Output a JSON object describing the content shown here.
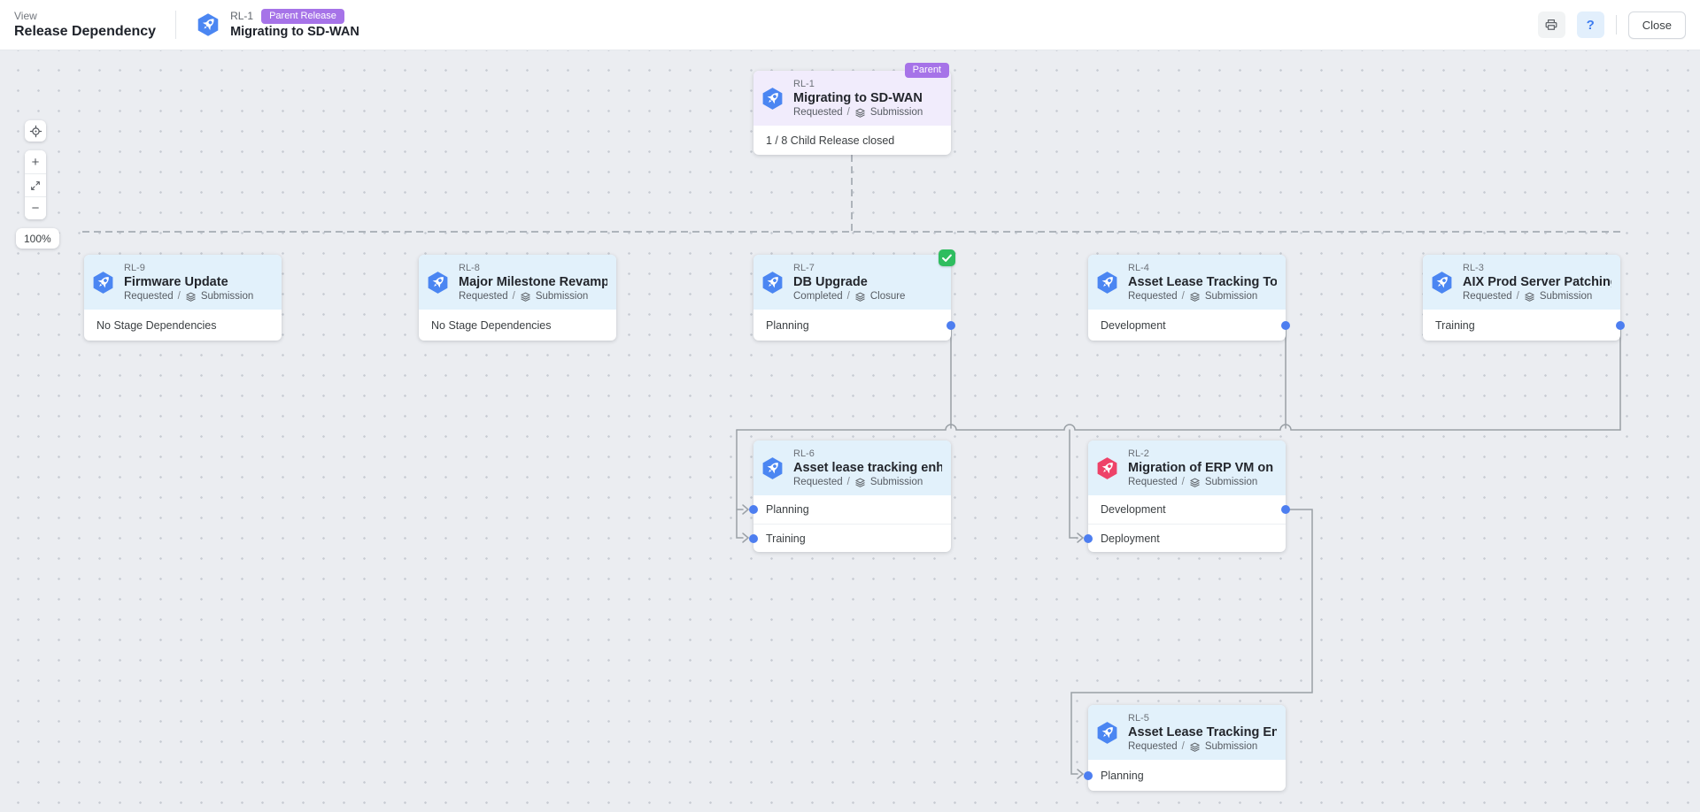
{
  "header": {
    "view_label": "View",
    "view_title": "Release Dependency",
    "release_id": "RL-1",
    "release_badge": "Parent Release",
    "release_title": "Migrating to SD-WAN",
    "help_label": "?",
    "close_label": "Close"
  },
  "toolbar": {
    "zoom_in": "+",
    "zoom_out": "−",
    "zoom_level": "100%"
  },
  "labels": {
    "separator": "/"
  },
  "parent_card": {
    "id": "RL-1",
    "title": "Migrating to SD-WAN",
    "status": "Requested",
    "stage": "Submission",
    "badge": "Parent",
    "summary": "1 / 8 Child Release closed"
  },
  "cards": [
    {
      "id": "RL-9",
      "title": "Firmware Update",
      "status": "Requested",
      "stage": "Submission",
      "stages": [
        "No Stage Dependencies"
      ]
    },
    {
      "id": "RL-8",
      "title": "Major Milestone Revamp",
      "status": "Requested",
      "stage": "Submission",
      "stages": [
        "No Stage Dependencies"
      ]
    },
    {
      "id": "RL-7",
      "title": "DB Upgrade",
      "status": "Completed",
      "stage": "Closure",
      "completed": true,
      "stages": [
        "Planning"
      ]
    },
    {
      "id": "RL-4",
      "title": "Asset Lease Tracking To...",
      "status": "Requested",
      "stage": "Submission",
      "stages": [
        "Development"
      ]
    },
    {
      "id": "RL-3",
      "title": "AIX Prod Server Patching",
      "status": "Requested",
      "stage": "Submission",
      "stages": [
        "Training"
      ]
    },
    {
      "id": "RL-6",
      "title": "Asset lease tracking enh...",
      "status": "Requested",
      "stage": "Submission",
      "stages": [
        "Planning",
        "Training"
      ]
    },
    {
      "id": "RL-2",
      "title": "Migration of ERP VM on ...",
      "status": "Requested",
      "stage": "Submission",
      "stages": [
        "Development",
        "Deployment"
      ]
    },
    {
      "id": "RL-5",
      "title": "Asset Lease Tracking En...",
      "status": "Requested",
      "stage": "Submission",
      "stages": [
        "Planning"
      ]
    }
  ],
  "colors": {
    "accent_blue": "#4b86f2",
    "accent_pink": "#ee4268",
    "badge_purple": "#a673e8",
    "success_green": "#2ebd5f",
    "connector_gray": "#9aa0a6",
    "dot_blue": "#4d7ef0",
    "header_blue_tint": "#e2f1fb",
    "header_purple_tint": "#f1ecfc"
  }
}
